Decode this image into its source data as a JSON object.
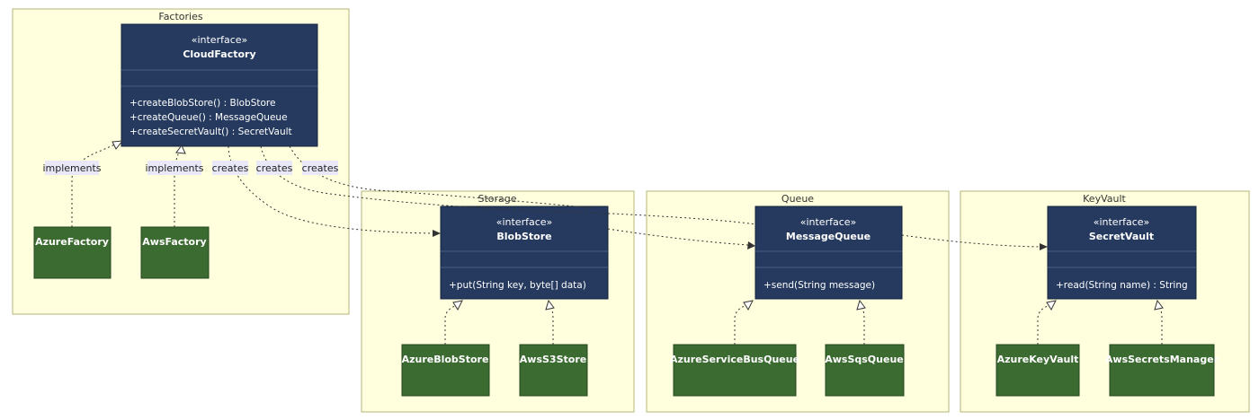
{
  "packages": {
    "factories": "Factories",
    "storage": "Storage",
    "queue": "Queue",
    "keyvault": "KeyVault"
  },
  "stereotype": "«interface»",
  "interfaces": {
    "cloud_factory": {
      "name": "CloudFactory",
      "methods": [
        "+createBlobStore() : BlobStore",
        "+createQueue() : MessageQueue",
        "+createSecretVault() : SecretVault"
      ]
    },
    "blob_store": {
      "name": "BlobStore",
      "methods": [
        "+put(String key, byte[] data)"
      ]
    },
    "message_queue": {
      "name": "MessageQueue",
      "methods": [
        "+send(String message)"
      ]
    },
    "secret_vault": {
      "name": "SecretVault",
      "methods": [
        "+read(String name) : String"
      ]
    }
  },
  "classes": {
    "azure_factory": "AzureFactory",
    "aws_factory": "AwsFactory",
    "azure_blob_store": "AzureBlobStore",
    "aws_s3_store": "AwsS3Store",
    "azure_service_bus_queue": "AzureServiceBusQueue",
    "aws_sqs_queue": "AwsSqsQueue",
    "azure_key_vault": "AzureKeyVault",
    "aws_secrets_manager": "AwsSecretsManager"
  },
  "edge_labels": {
    "implements": "implements",
    "creates": "creates"
  },
  "colors": {
    "package_fill": "#ffffde",
    "interface_fill": "#253a5e",
    "class_fill": "#3c6b32",
    "label_bg": "#e8e8f8"
  }
}
